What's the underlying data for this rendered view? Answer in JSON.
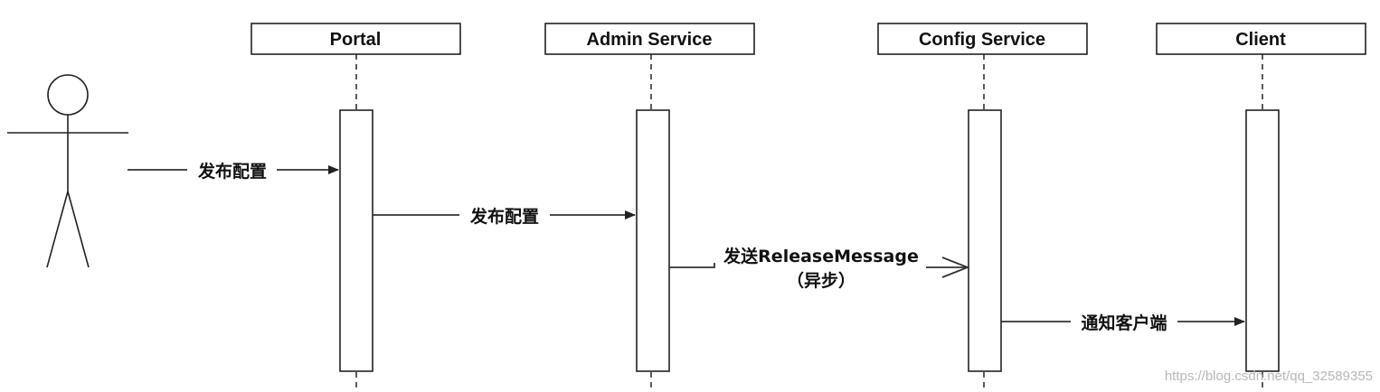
{
  "participants": [
    {
      "id": "portal",
      "label": "Portal"
    },
    {
      "id": "admin",
      "label": "Admin Service"
    },
    {
      "id": "config",
      "label": "Config Service"
    },
    {
      "id": "client",
      "label": "Client"
    }
  ],
  "messages": [
    {
      "id": "m1",
      "from": "user",
      "to": "portal",
      "label": "发布配置",
      "async": false
    },
    {
      "id": "m2",
      "from": "portal",
      "to": "admin",
      "label": "发布配置",
      "async": false
    },
    {
      "id": "m3",
      "from": "admin",
      "to": "config",
      "label": "发送ReleaseMessage",
      "sublabel": "（异步）",
      "async": true
    },
    {
      "id": "m4",
      "from": "config",
      "to": "client",
      "label": "通知客户端",
      "async": false
    }
  ],
  "watermark": "https://blog.csdn.net/qq_32589355"
}
